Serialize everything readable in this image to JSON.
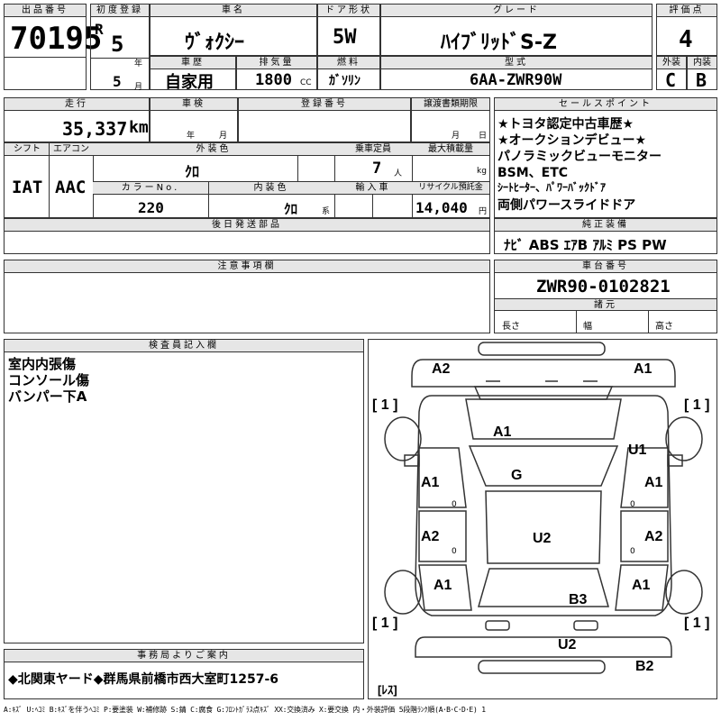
{
  "header": {
    "lot_label": "出品番号",
    "lot": "70195",
    "reg_label": "初度登録",
    "era": "R",
    "year": "5",
    "year_unit": "年",
    "month": "5",
    "month_unit": "月",
    "name_label": "車名",
    "name": "ｳﾞｫｸｼｰ",
    "door_label": "ドア形状",
    "door": "5W",
    "grade_label": "グレード",
    "grade": "ﾊｲﾌﾞﾘｯﾄﾞS-Z",
    "score_label": "評価点",
    "score": "4",
    "history_label": "車歴",
    "history": "自家用",
    "displacement_label": "排気量",
    "displacement": "1800",
    "displacement_unit": "CC",
    "fuel_label": "燃料",
    "fuel": "ｶﾞｿﾘﾝ",
    "model_label": "型式",
    "model": "6AA-ZWR90W",
    "exterior_label": "外装",
    "exterior": "C",
    "interior_label": "内装",
    "interior": "B"
  },
  "row2": {
    "mileage_label": "走行",
    "mileage": "35,337",
    "mileage_unit": "km",
    "inspection_label": "車検",
    "insp_year": "年",
    "insp_month": "月",
    "regno_label": "登録番号",
    "transfer_label": "譲渡書類期限",
    "transfer_month": "月",
    "transfer_day": "日"
  },
  "row3": {
    "shift_label": "シフト",
    "shift": "IAT",
    "ac_label": "エアコン",
    "ac": "AAC",
    "color_label": "外装色",
    "color": "ｸﾛ",
    "capacity_label": "乗車定員",
    "capacity": "7",
    "capacity_unit": "人",
    "load_label": "最大積載量",
    "load_unit": "kg",
    "colorno_label": "カラーNo.",
    "colorno": "220",
    "intcolor_label": "内装色",
    "intcolor": "ｸﾛ",
    "intcolor_unit": "系",
    "import_label": "輸入車",
    "recycle_label": "リサイクル預託金",
    "recycle": "14,040",
    "recycle_unit": "円"
  },
  "later_label": "後日発送部品",
  "notes_label": "注意事項欄",
  "sales": {
    "label": "セールスポイント",
    "lines": [
      "★トヨタ認定中古車歴★",
      "★オークションデビュー★",
      "パノラミックビューモニター",
      "BSM、ETC",
      "ｼｰﾄﾋｰﾀｰ、ﾊﾟﾜｰﾊﾞｯｸﾄﾞｱ",
      "両側パワースライドドア"
    ]
  },
  "equipment": {
    "label": "純正装備",
    "value": "ﾅﾋﾞ ABS ｴｱB ｱﾙﾐ PS PW"
  },
  "chassis": {
    "label": "車台番号",
    "value": "ZWR90-0102821",
    "dims_label": "諸元",
    "length": "長さ",
    "width": "幅",
    "height": "高さ"
  },
  "inspector": {
    "label": "検査員記入欄",
    "lines": [
      "室内内張傷",
      "コンソール傷",
      "バンパー下A"
    ]
  },
  "diagram": {
    "marks": [
      "A2",
      "A1",
      "A1",
      "G",
      "U1",
      "A1",
      "A1",
      "A2",
      "A2",
      "U2",
      "A1",
      "A1",
      "B3",
      "U2",
      "B2"
    ],
    "bracket_one": "[ 1 ]",
    "rest": "[ﾚｽ]",
    "zero": "0"
  },
  "office": {
    "label": "事務局よりご案内",
    "text": "◆北関東ヤード◆群馬県前橋市西大室町1257-6"
  },
  "legend": "A:ｷｽﾞ U:ﾍｺﾐ B:ｷｽﾞを伴うﾍｺﾐ P:要塗装 W:補修跡 S:錆 C:腐食 G:ﾌﾛﾝﾄｶﾞﾗｽ点ｷｽﾞ XX:交換済み X:要交換 内・外装評価 5段階ﾗﾝｸ順(A･B･C･D･E) 1"
}
